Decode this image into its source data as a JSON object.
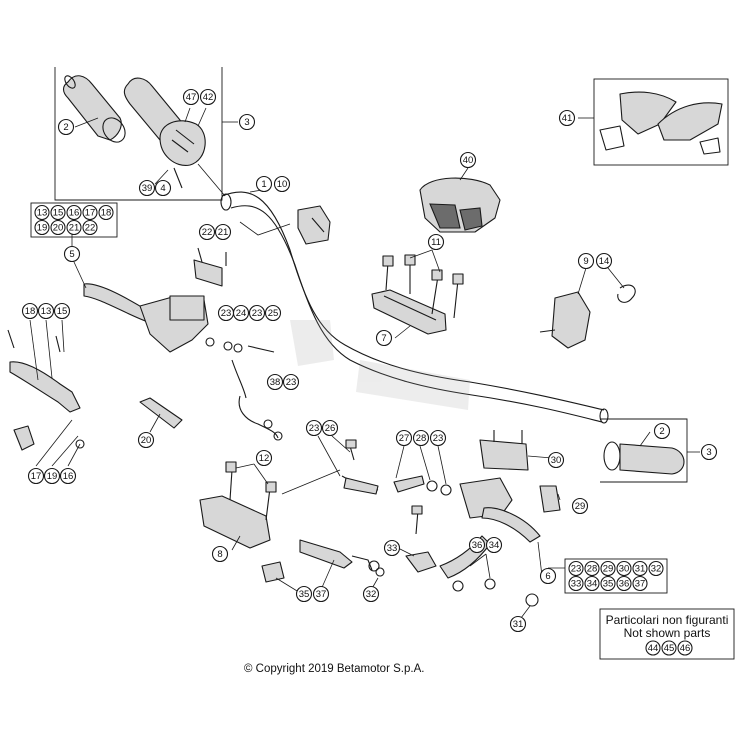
{
  "diagram": {
    "copyright": "© Copyright 2019 Betamotor S.p.A.",
    "not_shown": {
      "line1": "Particolari non figuranti",
      "line2": "Not shown parts",
      "numbers": [
        "44",
        "45",
        "46"
      ]
    },
    "group_lists": [
      {
        "id": "group-list-5",
        "rows": [
          [
            "13",
            "15",
            "16",
            "17",
            "18"
          ],
          [
            "19",
            "20",
            "21",
            "22"
          ]
        ]
      },
      {
        "id": "group-list-6",
        "rows": [
          [
            "23",
            "28",
            "29",
            "30",
            "31",
            "32"
          ],
          [
            "33",
            "34",
            "35",
            "36",
            "37"
          ]
        ]
      }
    ],
    "callouts": [
      "1",
      "2",
      "3",
      "4",
      "5",
      "6",
      "7",
      "8",
      "9",
      "10",
      "11",
      "12",
      "13",
      "14",
      "15",
      "16",
      "17",
      "18",
      "19",
      "20",
      "21",
      "22",
      "23",
      "24",
      "25",
      "26",
      "27",
      "28",
      "29",
      "30",
      "31",
      "32",
      "33",
      "34",
      "35",
      "36",
      "37",
      "38",
      "39",
      "40",
      "41",
      "42",
      "47"
    ]
  }
}
